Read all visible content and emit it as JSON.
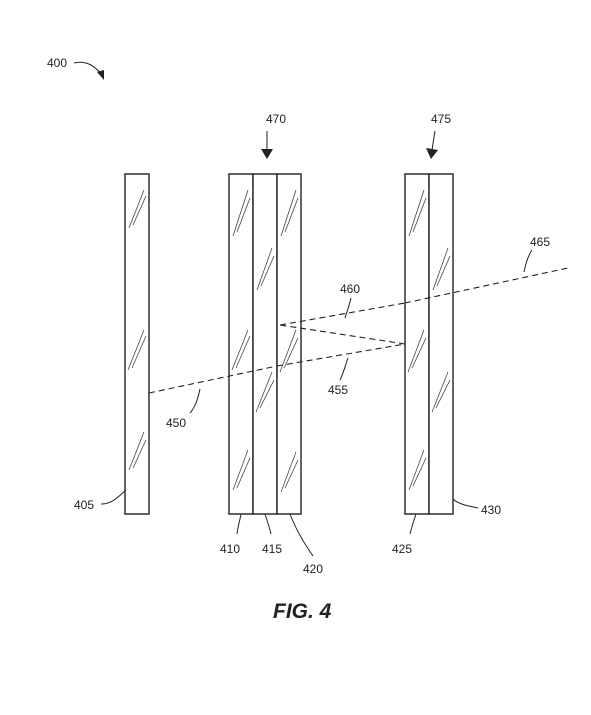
{
  "figure": {
    "caption": "FIG. 4",
    "assembly_label": "400"
  },
  "panels": [
    {
      "label": "405"
    },
    {
      "label": "410"
    },
    {
      "label": "415"
    },
    {
      "label": "420"
    },
    {
      "label": "425"
    },
    {
      "label": "430"
    }
  ],
  "groups": [
    {
      "label": "470"
    },
    {
      "label": "475"
    }
  ],
  "rays": [
    {
      "label": "450"
    },
    {
      "label": "455"
    },
    {
      "label": "460"
    },
    {
      "label": "465"
    }
  ],
  "colors": {
    "line": "#222222",
    "background": "#ffffff"
  }
}
